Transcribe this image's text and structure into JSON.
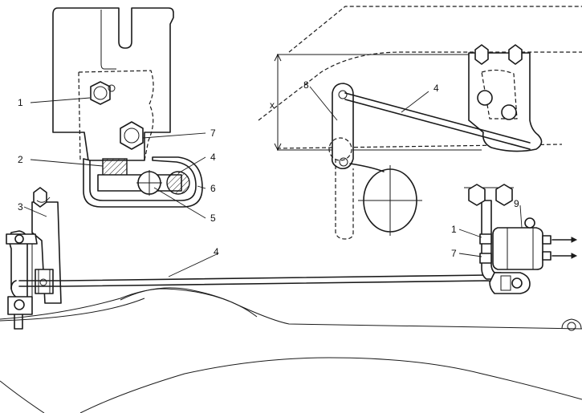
{
  "labels": {
    "top_left": {
      "l1": "1",
      "l2": "2",
      "l3": "3",
      "l4": "4",
      "l5": "5",
      "l6": "6",
      "l7": "7"
    },
    "top_right": {
      "l8": "8",
      "l4": "4",
      "x": "x"
    },
    "bottom": {
      "l4": "4",
      "l9": "9",
      "l1": "1",
      "l7": "7"
    }
  },
  "icons": [
    "bolt-icon",
    "nut-icon",
    "arrow-right-icon"
  ],
  "colors": {
    "line": "#1a1a1a",
    "background": "#ffffff"
  }
}
